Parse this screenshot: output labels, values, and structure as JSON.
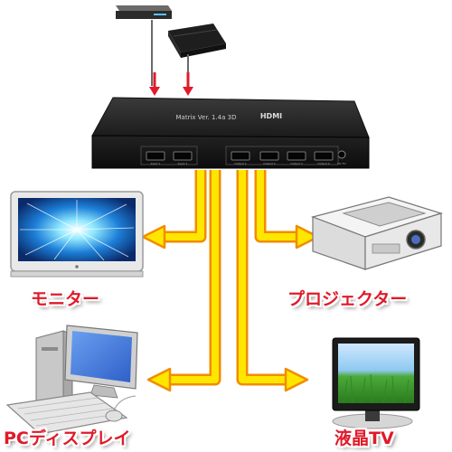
{
  "device": {
    "brand": "HDMI",
    "model": "Matrix Ver. 1.4a 3D",
    "inputs": [
      "Input 1",
      "Input 2"
    ],
    "outputs": [
      "Output 1",
      "Output 2",
      "Output 3",
      "Output 4"
    ],
    "power_label": "DC 5V"
  },
  "destinations": {
    "monitor": "モニター",
    "projector": "プロジェクター",
    "pc_display": "PCディスプレイ",
    "lcd_tv": "液晶TV"
  },
  "colors": {
    "arrow_fill": "#ffe600",
    "arrow_outline": "#f28c00",
    "input_arrow": "#e21b2a",
    "caption": "#e01a2a"
  }
}
